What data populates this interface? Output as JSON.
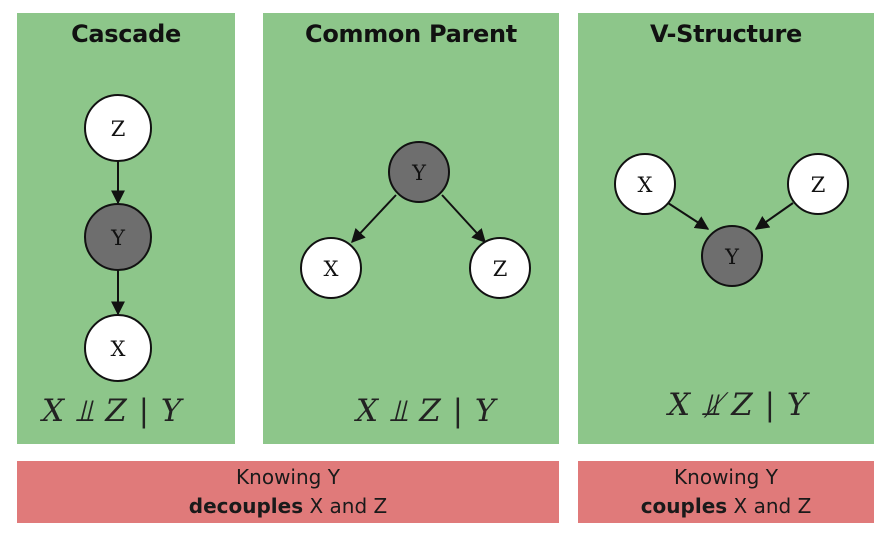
{
  "panels": {
    "cascade": {
      "title": "Cascade",
      "nodes": [
        "Z",
        "Y",
        "X"
      ],
      "formula": "X ⫫ Z | Y"
    },
    "common_parent": {
      "title": "Common Parent",
      "nodes": [
        "Y",
        "X",
        "Z"
      ],
      "formula": "X ⫫ Z | Y"
    },
    "v_structure": {
      "title": "V-Structure",
      "nodes": [
        "X",
        "Z",
        "Y"
      ],
      "formula": "X ⫫̸ Z | Y"
    }
  },
  "bars": {
    "decouple": {
      "line1": "Knowing Y",
      "bold": "decouples",
      "rest": " X and Z"
    },
    "couple": {
      "line1": "Knowing Y",
      "bold": "couples",
      "rest": " X and Z"
    }
  },
  "colors": {
    "panel_green": "#8dc68a",
    "bar_red": "#e07a7a",
    "observed_node": "#6e6e6e",
    "unobserved_node": "#ffffff"
  }
}
